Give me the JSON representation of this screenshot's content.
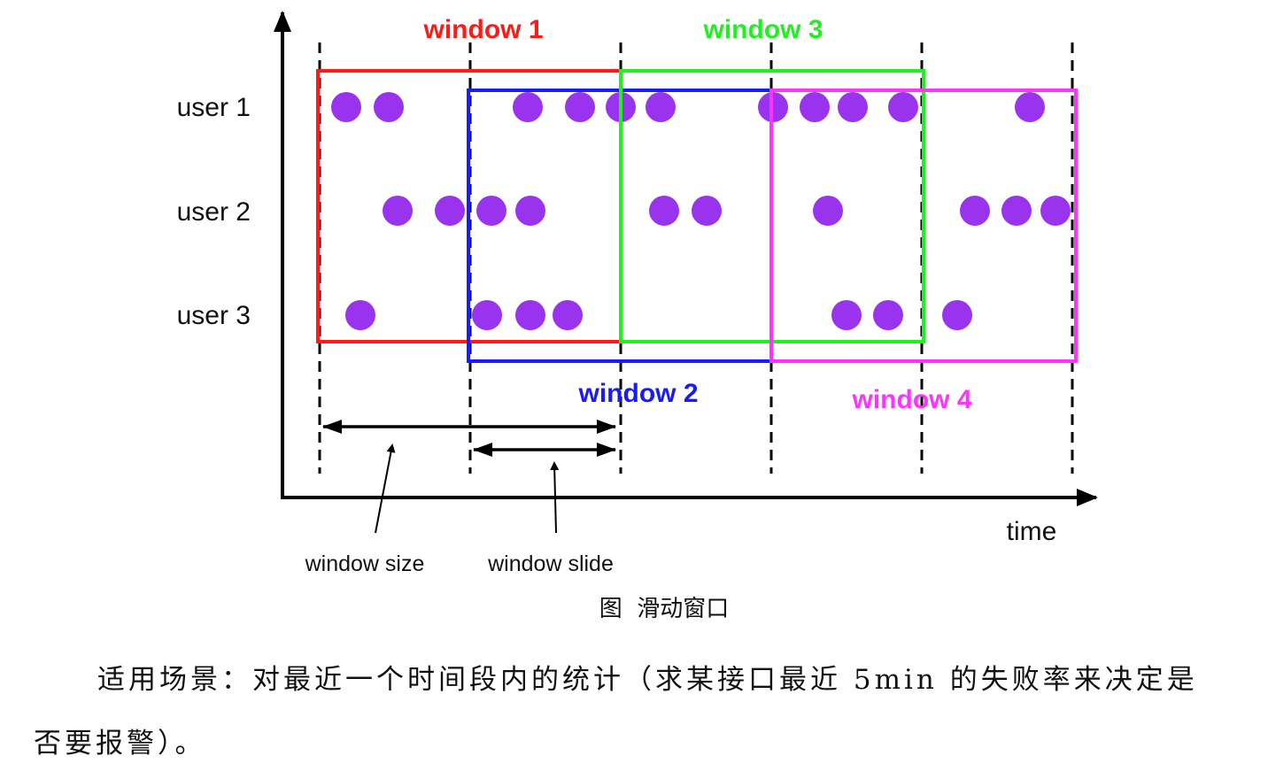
{
  "diagram": {
    "user_labels": [
      "user 1",
      "user 2",
      "user 3"
    ],
    "axis_label": "time",
    "windows": [
      {
        "label": "window 1",
        "color": "#ff1a1a"
      },
      {
        "label": "window 2",
        "color": "#1a1aff"
      },
      {
        "label": "window 3",
        "color": "#22ee22"
      },
      {
        "label": "window 4",
        "color": "#ff33ff"
      }
    ],
    "annotations": {
      "window_size": "window size",
      "window_slide": "window slide"
    },
    "dot_color": "#9933ee"
  },
  "caption": "图  滑动窗口",
  "paragraph": {
    "line1": "适用场景：对最近一个时间段内的统计（求某接口最近 5min 的失败率来决定是",
    "line2": "否要报警）。"
  }
}
